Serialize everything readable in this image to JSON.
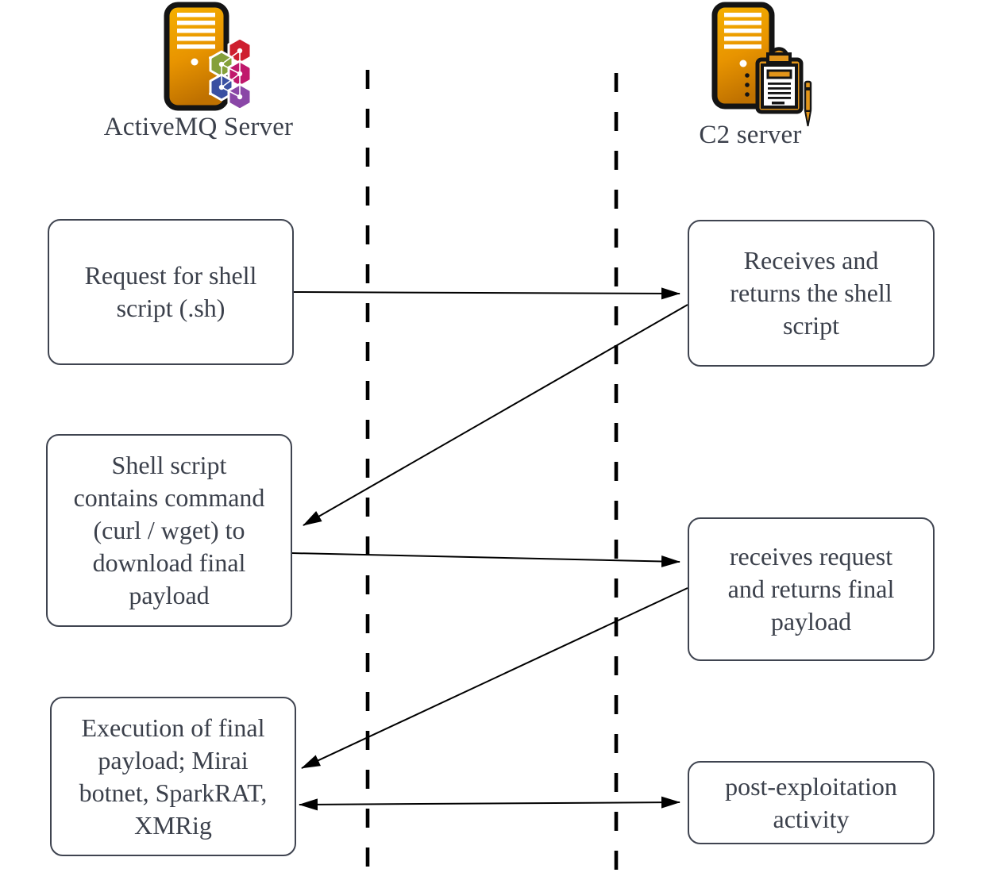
{
  "diagram": {
    "type": "sequence-flow",
    "actors": [
      {
        "id": "activemq",
        "label": "ActiveMQ Server",
        "icon": "activemq-server-icon"
      },
      {
        "id": "c2",
        "label": "C2 server",
        "icon": "c2-server-icon"
      }
    ],
    "lifelines": {
      "count": 2,
      "style": "dashed",
      "color": "#000000"
    },
    "boxes": [
      {
        "id": "request-shell-script",
        "column": "left",
        "text": "Request for shell\nscript (.sh)"
      },
      {
        "id": "shell-script-contains",
        "column": "left",
        "text": "Shell script\ncontains command\n(curl / wget) to\ndownload final\npayload"
      },
      {
        "id": "execution-final-payload",
        "column": "left",
        "text": "Execution of final\npayload; Mirai\nbotnet, SparkRAT,\nXMRig"
      },
      {
        "id": "receives-returns-shell",
        "column": "right",
        "text": "Receives and\nreturns the shell\nscript"
      },
      {
        "id": "receives-returns-payload",
        "column": "right",
        "text": "receives request\nand returns final\npayload"
      },
      {
        "id": "post-exploitation",
        "column": "right",
        "text": "post-exploitation\nactivity"
      }
    ],
    "arrows": [
      {
        "from": "request-shell-script",
        "to": "receives-returns-shell",
        "heads": "end"
      },
      {
        "from": "receives-returns-shell",
        "to": "shell-script-contains",
        "heads": "end"
      },
      {
        "from": "shell-script-contains",
        "to": "receives-returns-payload",
        "heads": "end"
      },
      {
        "from": "receives-returns-payload",
        "to": "execution-final-payload",
        "heads": "end"
      },
      {
        "from": "execution-final-payload",
        "to": "post-exploitation",
        "heads": "both"
      }
    ],
    "colors": {
      "box_border": "#3f4450",
      "text": "#3b404b",
      "line": "#000000",
      "server_orange_top": "#f6b200",
      "server_orange_bottom": "#bf7100",
      "hex_green": "#85a03a",
      "hex_red": "#ce1f2f",
      "hex_magenta": "#c0186c",
      "hex_blue": "#3a50a2",
      "hex_purple": "#8a47a7"
    }
  }
}
